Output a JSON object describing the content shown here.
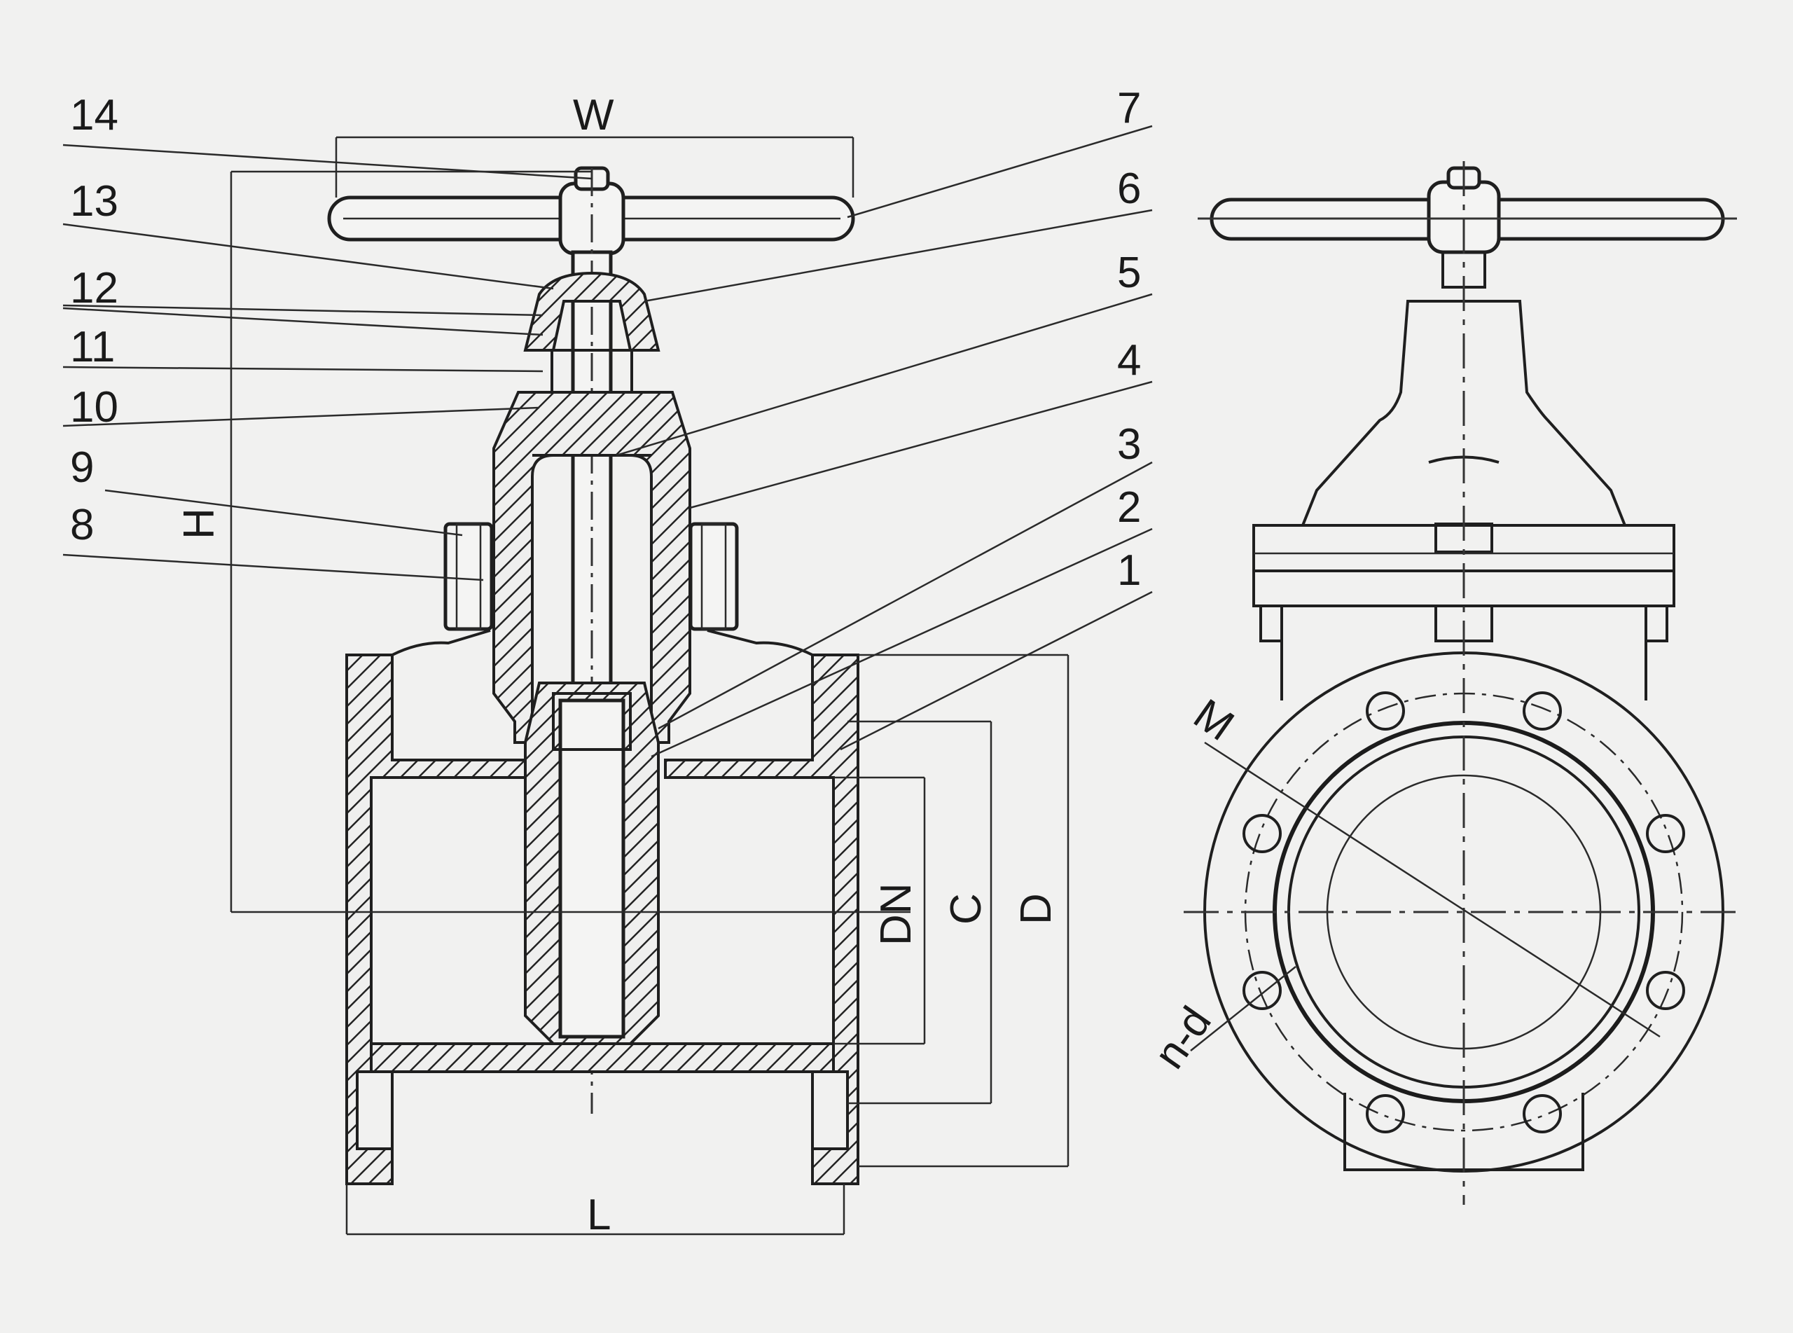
{
  "part_numbers": {
    "left": [
      "14",
      "13",
      "12",
      "11",
      "10",
      "9",
      "8"
    ],
    "right": [
      "7",
      "6",
      "5",
      "4",
      "3",
      "2",
      "1"
    ]
  },
  "dimensions": {
    "width": "W",
    "height": "H",
    "length": "L",
    "nominal_diameter": "DN",
    "bolt_circle": "C",
    "flange_diameter": "D",
    "bolt_circle_side": "M",
    "bolt_holes": "n-d"
  }
}
